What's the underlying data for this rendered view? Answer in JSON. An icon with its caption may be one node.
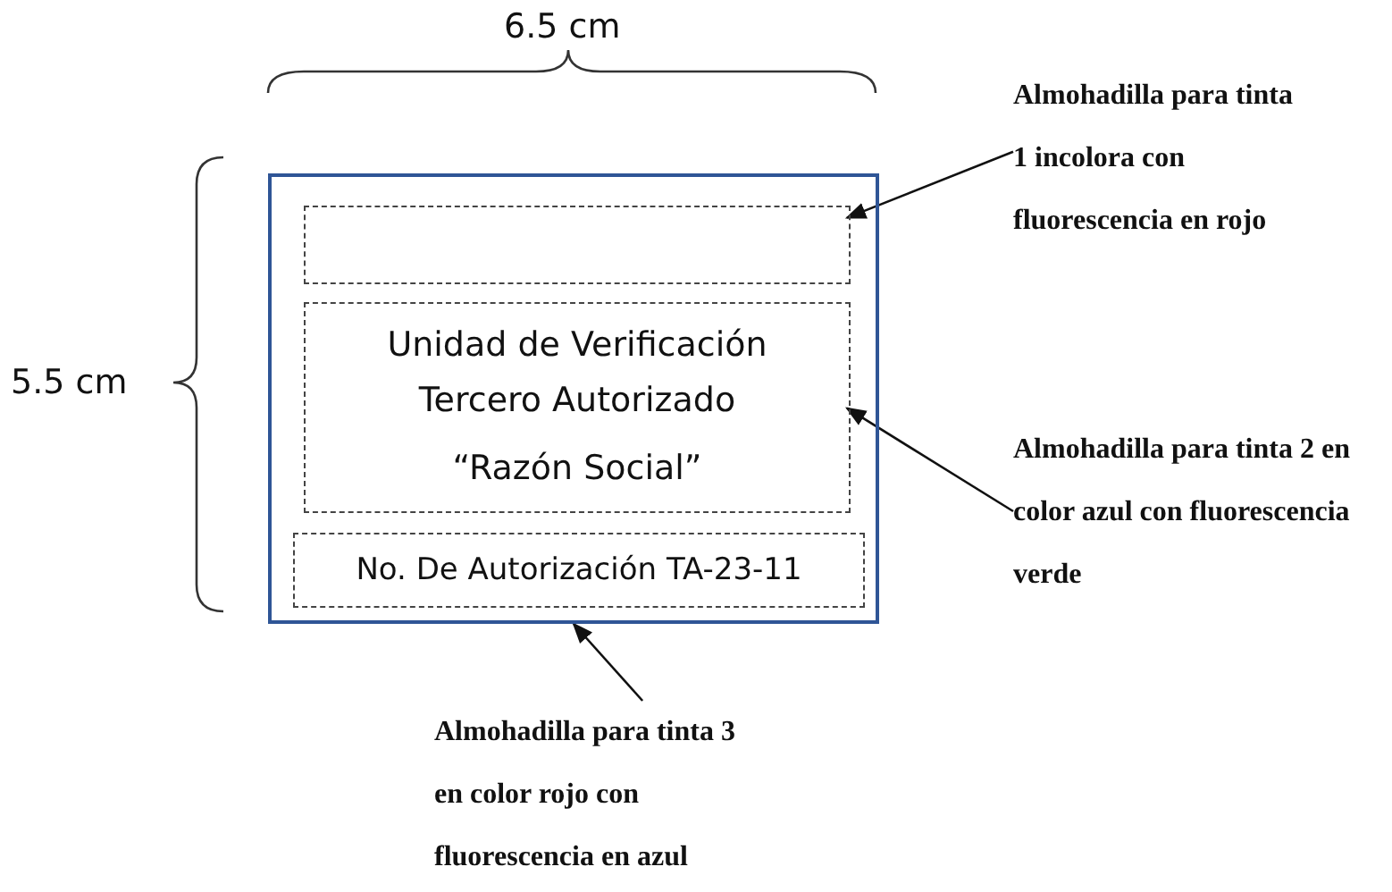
{
  "diagram": {
    "nodes": [
      {
        "text": [],
        "shape": "box"
      },
      {
        "text": [],
        "shape": "box",
        "in": 0
      },
      {
        "text": [
          "Unidad de Verificación Tercero Autorizado",
          "“Razón Social”"
        ],
        "in": 0
      },
      {
        "text": [
          "No. De Autorización TA-23-11"
        ],
        "in": 0
      },
      {
        "text": [
          "Almohadilla para tinta 1 incolora con fluorescencia en rojo"
        ]
      },
      {
        "text": [
          "Almohadilla para tinta 2 en color azul con fluorescencia verde"
        ]
      },
      {
        "text": [
          "Almohadilla para tinta 3 en color rojo con fluorescencia en azul"
        ]
      }
    ],
    "edges": [
      {
        "from": 4,
        "to": 1,
        "arrow": "to"
      },
      {
        "from": 5,
        "to": 2,
        "arrow": "to"
      },
      {
        "from": 6,
        "to": 0,
        "arrow": "to"
      }
    ],
    "labels": [
      "6.5 cm",
      "5.5 cm"
    ]
  }
}
